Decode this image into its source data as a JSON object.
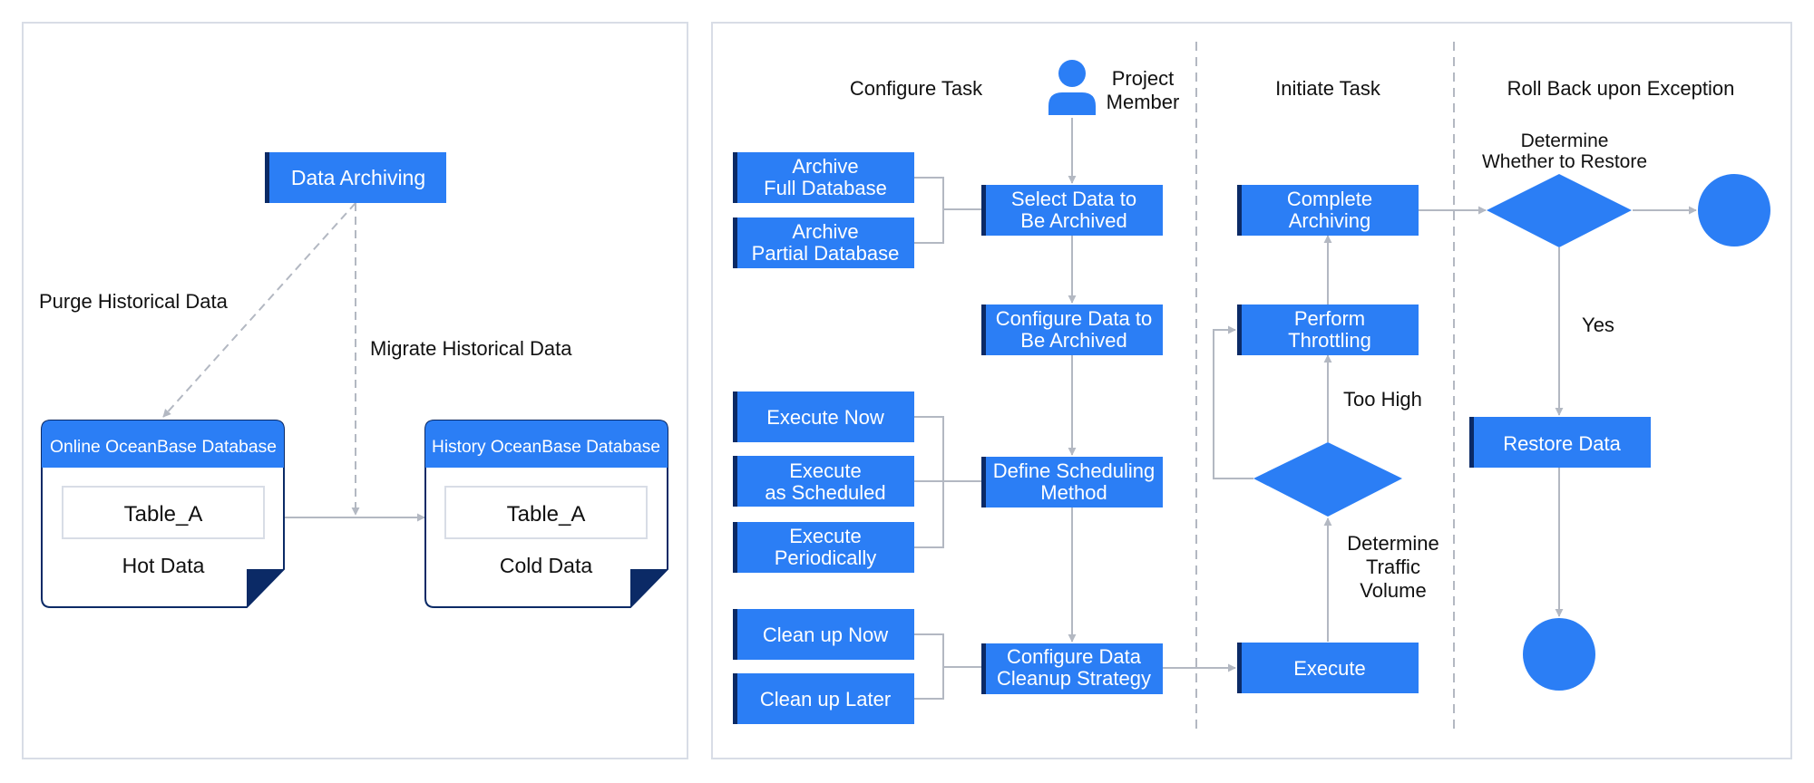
{
  "colors": {
    "blue": "#2b7ef5",
    "dark_edge": "#0b2a66",
    "panel_border": "#d8dde6",
    "connector": "#b3b8c2",
    "header_blue": "#1f6fe5",
    "white": "#ffffff",
    "text": "#111111"
  },
  "left_panel": {
    "data_archiving": "Data Archiving",
    "purge_label": "Purge Historical Data",
    "migrate_label": "Migrate Historical Data",
    "online_db": {
      "header": "Online OceanBase Database",
      "table": "Table_A",
      "caption": "Hot Data"
    },
    "history_db": {
      "header": "History OceanBase Database",
      "table": "Table_A",
      "caption": "Cold Data"
    }
  },
  "right_panel": {
    "section_headers": {
      "configure": "Configure Task",
      "initiate": "Initiate Task",
      "rollback": "Roll Back upon Exception"
    },
    "actor": {
      "line1": "Project",
      "line2": "Member",
      "icon": "user-icon"
    },
    "options": {
      "archive_full": [
        "Archive",
        "Full Database"
      ],
      "archive_partial": [
        "Archive",
        "Partial Database"
      ],
      "execute_now": [
        "Execute Now"
      ],
      "execute_scheduled": [
        "Execute",
        "as Scheduled"
      ],
      "execute_periodically": [
        "Execute",
        "Periodically"
      ],
      "clean_now": [
        "Clean up Now"
      ],
      "clean_later": [
        "Clean up Later"
      ]
    },
    "steps": {
      "select_data": [
        "Select Data to",
        "Be Archived"
      ],
      "configure_data": [
        "Configure Data to",
        "Be Archived"
      ],
      "define_scheduling": [
        "Define Scheduling",
        "Method"
      ],
      "configure_cleanup": [
        "Configure Data",
        "Cleanup Strategy"
      ],
      "execute": [
        "Execute"
      ],
      "perform_throttling": [
        "Perform",
        "Throttling"
      ],
      "complete_archiving": [
        "Complete",
        "Archiving"
      ],
      "restore_data": [
        "Restore Data"
      ]
    },
    "labels": {
      "determine_restore": [
        "Determine",
        "Whether to Restore"
      ],
      "too_high": "Too High",
      "determine_traffic": [
        "Determine",
        "Traffic",
        "Volume"
      ],
      "yes": "Yes"
    }
  }
}
